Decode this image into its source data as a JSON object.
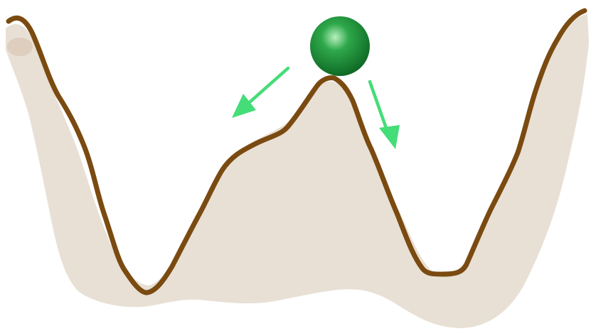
{
  "colors": {
    "background": "#ffffff",
    "terrain_fill": "#e8e0d5",
    "terrain_shadow": "#d9c9b8",
    "curve_stroke": "#7a4a10",
    "ball_light": "#b8f0c0",
    "ball_mid": "#2ea84a",
    "ball_dark": "#0f6a25",
    "arrow": "#45dd78"
  },
  "scene": {
    "ball": {
      "icon": "sphere"
    },
    "arrows": [
      {
        "icon": "arrow-down-left",
        "direction": "down-left"
      },
      {
        "icon": "arrow-down-right",
        "direction": "down-right"
      }
    ]
  }
}
